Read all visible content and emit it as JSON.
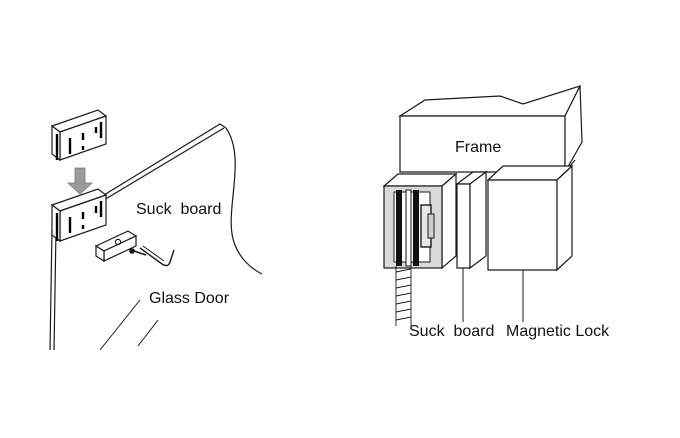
{
  "left_panel": {
    "label_suck_board": "Suck  board",
    "label_glass_door": "Glass Door"
  },
  "right_panel": {
    "label_frame": "Frame",
    "label_suck_board": "Suck  board",
    "label_magnetic_lock": "Magnetic Lock"
  },
  "colors": {
    "line": "#1a1a1a",
    "shade": "#d9d9d9",
    "arrow": "#9a9a9a"
  }
}
